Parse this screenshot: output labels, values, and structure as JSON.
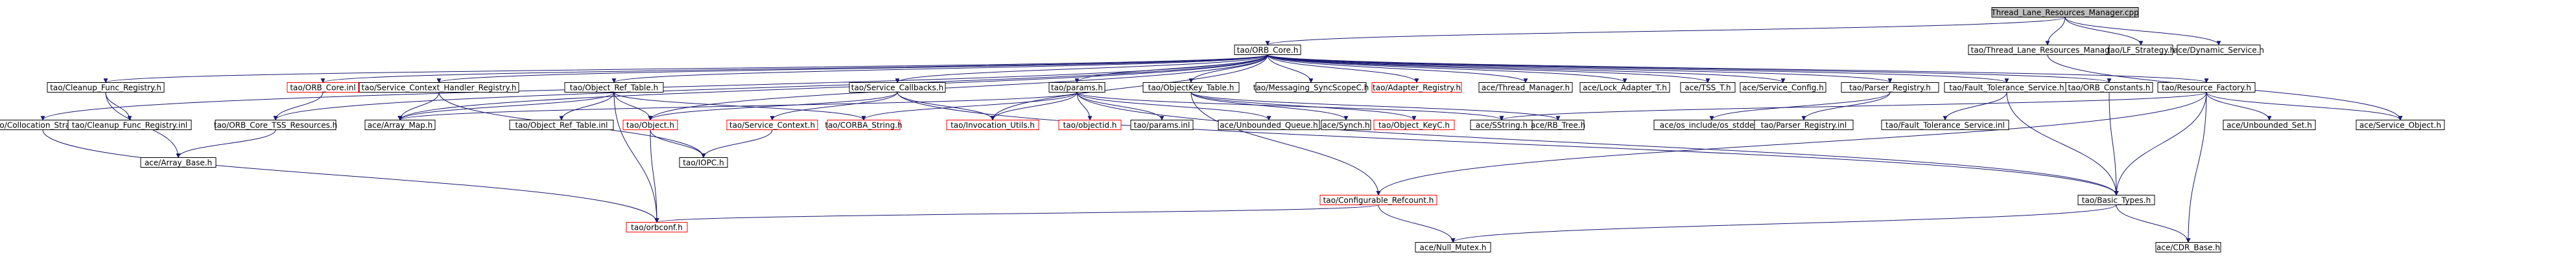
{
  "colors": {
    "edge": "#191970",
    "node_border": "#000000",
    "missing_border": "#ff0000",
    "root_fill": "#bfbfbf",
    "node_fill": "#ffffff",
    "text": "#000000"
  },
  "nodes": [
    {
      "id": "root",
      "label": "Thread_Lane_Resources_Manager.cpp",
      "style": "root"
    },
    {
      "id": "orb_core_h",
      "label": "tao/ORB_Core.h",
      "style": "normal"
    },
    {
      "id": "tlrm_h",
      "label": "tao/Thread_Lane_Resources_Manager.h",
      "style": "normal"
    },
    {
      "id": "lf_strategy_h",
      "label": "tao/LF_Strategy.h",
      "style": "normal"
    },
    {
      "id": "dynamic_service_h",
      "label": "ace/Dynamic_Service.h",
      "style": "normal"
    },
    {
      "id": "cleanup_func_registry_h",
      "label": "tao/Cleanup_Func_Registry.h",
      "style": "normal"
    },
    {
      "id": "orb_core_inl",
      "label": "tao/ORB_Core.inl",
      "style": "missing"
    },
    {
      "id": "service_context_handler_registry_h",
      "label": "tao/Service_Context_Handler_Registry.h",
      "style": "normal"
    },
    {
      "id": "object_ref_table_h",
      "label": "tao/Object_Ref_Table.h",
      "style": "normal"
    },
    {
      "id": "service_callbacks_h",
      "label": "tao/Service_Callbacks.h",
      "style": "normal"
    },
    {
      "id": "params_h",
      "label": "tao/params.h",
      "style": "normal"
    },
    {
      "id": "objectkey_table_h",
      "label": "tao/ObjectKey_Table.h",
      "style": "normal"
    },
    {
      "id": "messaging_syncscopec_h",
      "label": "tao/Messaging_SyncScopeC.h",
      "style": "normal"
    },
    {
      "id": "adapter_registry_h",
      "label": "tao/Adapter_Registry.h",
      "style": "missing"
    },
    {
      "id": "thread_manager_h",
      "label": "ace/Thread_Manager.h",
      "style": "normal"
    },
    {
      "id": "lock_adapter_t_h",
      "label": "ace/Lock_Adapter_T.h",
      "style": "normal"
    },
    {
      "id": "tss_t_h",
      "label": "ace/TSS_T.h",
      "style": "normal"
    },
    {
      "id": "service_config_h",
      "label": "ace/Service_Config.h",
      "style": "normal"
    },
    {
      "id": "parser_registry_h",
      "label": "tao/Parser_Registry.h",
      "style": "normal"
    },
    {
      "id": "fault_tolerance_service_h",
      "label": "tao/Fault_Tolerance_Service.h",
      "style": "normal"
    },
    {
      "id": "orb_constants_h",
      "label": "tao/ORB_Constants.h",
      "style": "normal"
    },
    {
      "id": "resource_factory_h",
      "label": "tao/Resource_Factory.h",
      "style": "normal"
    },
    {
      "id": "collocation_strategy_h",
      "label": "tao/Collocation_Strategy.h",
      "style": "normal"
    },
    {
      "id": "cleanup_func_registry_inl",
      "label": "tao/Cleanup_Func_Registry.inl",
      "style": "normal"
    },
    {
      "id": "orb_core_tss_resources_h",
      "label": "tao/ORB_Core_TSS_Resources.h",
      "style": "normal"
    },
    {
      "id": "array_map_h",
      "label": "ace/Array_Map.h",
      "style": "normal"
    },
    {
      "id": "object_ref_table_inl",
      "label": "tao/Object_Ref_Table.inl",
      "style": "normal"
    },
    {
      "id": "object_h",
      "label": "tao/Object.h",
      "style": "missing"
    },
    {
      "id": "service_context_h",
      "label": "tao/Service_Context.h",
      "style": "missing"
    },
    {
      "id": "corba_string_h",
      "label": "tao/CORBA_String.h",
      "style": "missing"
    },
    {
      "id": "invocation_utils_h",
      "label": "tao/Invocation_Utils.h",
      "style": "missing"
    },
    {
      "id": "objectid_h",
      "label": "tao/objectid.h",
      "style": "missing"
    },
    {
      "id": "params_inl",
      "label": "tao/params.inl",
      "style": "normal"
    },
    {
      "id": "unbounded_queue_h",
      "label": "ace/Unbounded_Queue.h",
      "style": "normal"
    },
    {
      "id": "synch_h",
      "label": "ace/Synch.h",
      "style": "normal"
    },
    {
      "id": "object_keyc_h",
      "label": "tao/Object_KeyC.h",
      "style": "missing"
    },
    {
      "id": "sstring_h",
      "label": "ace/SString.h",
      "style": "normal"
    },
    {
      "id": "rb_tree_h",
      "label": "ace/RB_Tree.h",
      "style": "normal"
    },
    {
      "id": "os_stddef_h",
      "label": "ace/os_include/os_stddef.h",
      "style": "normal"
    },
    {
      "id": "parser_registry_inl",
      "label": "tao/Parser_Registry.inl",
      "style": "normal"
    },
    {
      "id": "fault_tolerance_service_inl",
      "label": "tao/Fault_Tolerance_Service.inl",
      "style": "normal"
    },
    {
      "id": "unbounded_set_h",
      "label": "ace/Unbounded_Set.h",
      "style": "normal"
    },
    {
      "id": "service_object_h",
      "label": "ace/Service_Object.h",
      "style": "normal"
    },
    {
      "id": "array_base_h",
      "label": "ace/Array_Base.h",
      "style": "normal"
    },
    {
      "id": "iopc_h",
      "label": "tao/IOPC.h",
      "style": "normal"
    },
    {
      "id": "configurable_refcount_h",
      "label": "tao/Configurable_Refcount.h",
      "style": "missing"
    },
    {
      "id": "basic_types_h",
      "label": "tao/Basic_Types.h",
      "style": "normal"
    },
    {
      "id": "orbconf_h",
      "label": "tao/orbconf.h",
      "style": "missing"
    },
    {
      "id": "null_mutex_h",
      "label": "ace/Null_Mutex.h",
      "style": "normal"
    },
    {
      "id": "cdr_base_h",
      "label": "ace/CDR_Base.h",
      "style": "normal"
    }
  ],
  "edges": [
    [
      "root",
      "orb_core_h"
    ],
    [
      "root",
      "tlrm_h"
    ],
    [
      "root",
      "lf_strategy_h"
    ],
    [
      "root",
      "dynamic_service_h"
    ],
    [
      "orb_core_h",
      "cleanup_func_registry_h"
    ],
    [
      "orb_core_h",
      "orb_core_inl"
    ],
    [
      "orb_core_h",
      "service_context_handler_registry_h"
    ],
    [
      "orb_core_h",
      "object_ref_table_h"
    ],
    [
      "orb_core_h",
      "service_callbacks_h"
    ],
    [
      "orb_core_h",
      "params_h"
    ],
    [
      "orb_core_h",
      "objectkey_table_h"
    ],
    [
      "orb_core_h",
      "messaging_syncscopec_h"
    ],
    [
      "orb_core_h",
      "adapter_registry_h"
    ],
    [
      "orb_core_h",
      "thread_manager_h"
    ],
    [
      "orb_core_h",
      "lock_adapter_t_h"
    ],
    [
      "orb_core_h",
      "tss_t_h"
    ],
    [
      "orb_core_h",
      "service_config_h"
    ],
    [
      "orb_core_h",
      "parser_registry_h"
    ],
    [
      "orb_core_h",
      "fault_tolerance_service_h"
    ],
    [
      "orb_core_h",
      "orb_constants_h"
    ],
    [
      "orb_core_h",
      "resource_factory_h"
    ],
    [
      "orb_core_h",
      "collocation_strategy_h"
    ],
    [
      "orb_core_h",
      "orb_core_tss_resources_h"
    ],
    [
      "orb_core_h",
      "array_map_h"
    ],
    [
      "orb_core_h",
      "object_h"
    ],
    [
      "orb_core_h",
      "invocation_utils_h"
    ],
    [
      "tlrm_h",
      "service_object_h"
    ],
    [
      "cleanup_func_registry_h",
      "cleanup_func_registry_inl"
    ],
    [
      "cleanup_func_registry_h",
      "array_base_h"
    ],
    [
      "orb_core_inl",
      "orb_core_tss_resources_h"
    ],
    [
      "service_context_handler_registry_h",
      "array_map_h"
    ],
    [
      "service_context_handler_registry_h",
      "iopc_h"
    ],
    [
      "object_ref_table_h",
      "object_ref_table_inl"
    ],
    [
      "object_ref_table_h",
      "array_map_h"
    ],
    [
      "object_ref_table_h",
      "object_h"
    ],
    [
      "object_ref_table_h",
      "corba_string_h"
    ],
    [
      "object_ref_table_h",
      "orbconf_h"
    ],
    [
      "service_callbacks_h",
      "object_h"
    ],
    [
      "service_callbacks_h",
      "service_context_h"
    ],
    [
      "service_callbacks_h",
      "invocation_utils_h"
    ],
    [
      "service_callbacks_h",
      "basic_types_h"
    ],
    [
      "params_h",
      "objectid_h"
    ],
    [
      "params_h",
      "params_inl"
    ],
    [
      "params_h",
      "unbounded_queue_h"
    ],
    [
      "params_h",
      "corba_string_h"
    ],
    [
      "params_h",
      "invocation_utils_h"
    ],
    [
      "params_h",
      "array_map_h"
    ],
    [
      "params_h",
      "sstring_h"
    ],
    [
      "params_h",
      "basic_types_h"
    ],
    [
      "objectkey_table_h",
      "synch_h"
    ],
    [
      "objectkey_table_h",
      "object_keyc_h"
    ],
    [
      "objectkey_table_h",
      "rb_tree_h"
    ],
    [
      "objectkey_table_h",
      "configurable_refcount_h"
    ],
    [
      "parser_registry_h",
      "os_stddef_h"
    ],
    [
      "parser_registry_h",
      "parser_registry_inl"
    ],
    [
      "fault_tolerance_service_h",
      "fault_tolerance_service_inl"
    ],
    [
      "fault_tolerance_service_h",
      "basic_types_h"
    ],
    [
      "orb_constants_h",
      "basic_types_h"
    ],
    [
      "resource_factory_h",
      "unbounded_set_h"
    ],
    [
      "resource_factory_h",
      "service_object_h"
    ],
    [
      "resource_factory_h",
      "sstring_h"
    ],
    [
      "resource_factory_h",
      "configurable_refcount_h"
    ],
    [
      "resource_factory_h",
      "basic_types_h"
    ],
    [
      "resource_factory_h",
      "cdr_base_h"
    ],
    [
      "collocation_strategy_h",
      "orbconf_h"
    ],
    [
      "orb_core_tss_resources_h",
      "array_base_h"
    ],
    [
      "object_h",
      "iopc_h"
    ],
    [
      "object_h",
      "orbconf_h"
    ],
    [
      "service_context_h",
      "iopc_h"
    ],
    [
      "configurable_refcount_h",
      "orbconf_h"
    ],
    [
      "configurable_refcount_h",
      "null_mutex_h"
    ],
    [
      "basic_types_h",
      "cdr_base_h"
    ],
    [
      "basic_types_h",
      "null_mutex_h"
    ]
  ]
}
